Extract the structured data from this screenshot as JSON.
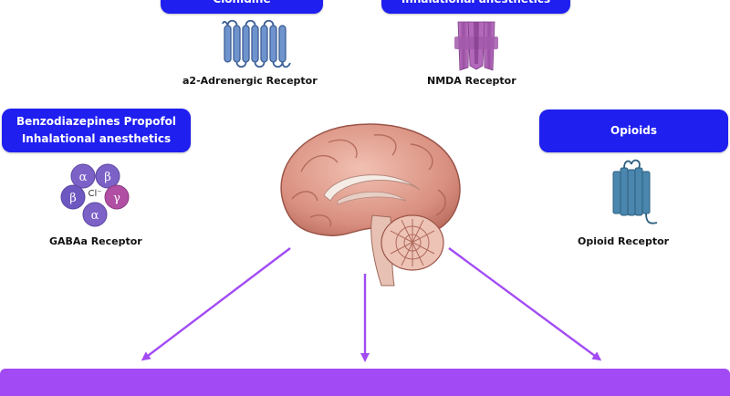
{
  "drug_boxes": {
    "clonidine": "Clonidine",
    "inhalational_top": "Inhalational anesthetics",
    "benzo_line1": "Benzodiazepines Propofol",
    "benzo_line2": "Inhalational anesthetics",
    "opioids": "Opioids"
  },
  "receptors": {
    "a2": "a2-Adrenergic Receptor",
    "nmda": "NMDA Receptor",
    "gaba": "GABAa Receptor",
    "opioid": "Opioid Receptor"
  },
  "gaba_subunits": {
    "alpha": "α",
    "beta": "β",
    "gamma": "γ",
    "chloride": "Cl⁻"
  },
  "colors": {
    "box_blue": "#1f1ff0",
    "arrow_purple": "#a24bf4",
    "receptor_steel": "#5a7fb8",
    "nmda_purple": "#a05fa8",
    "opioid_teal": "#3f7aa0"
  }
}
